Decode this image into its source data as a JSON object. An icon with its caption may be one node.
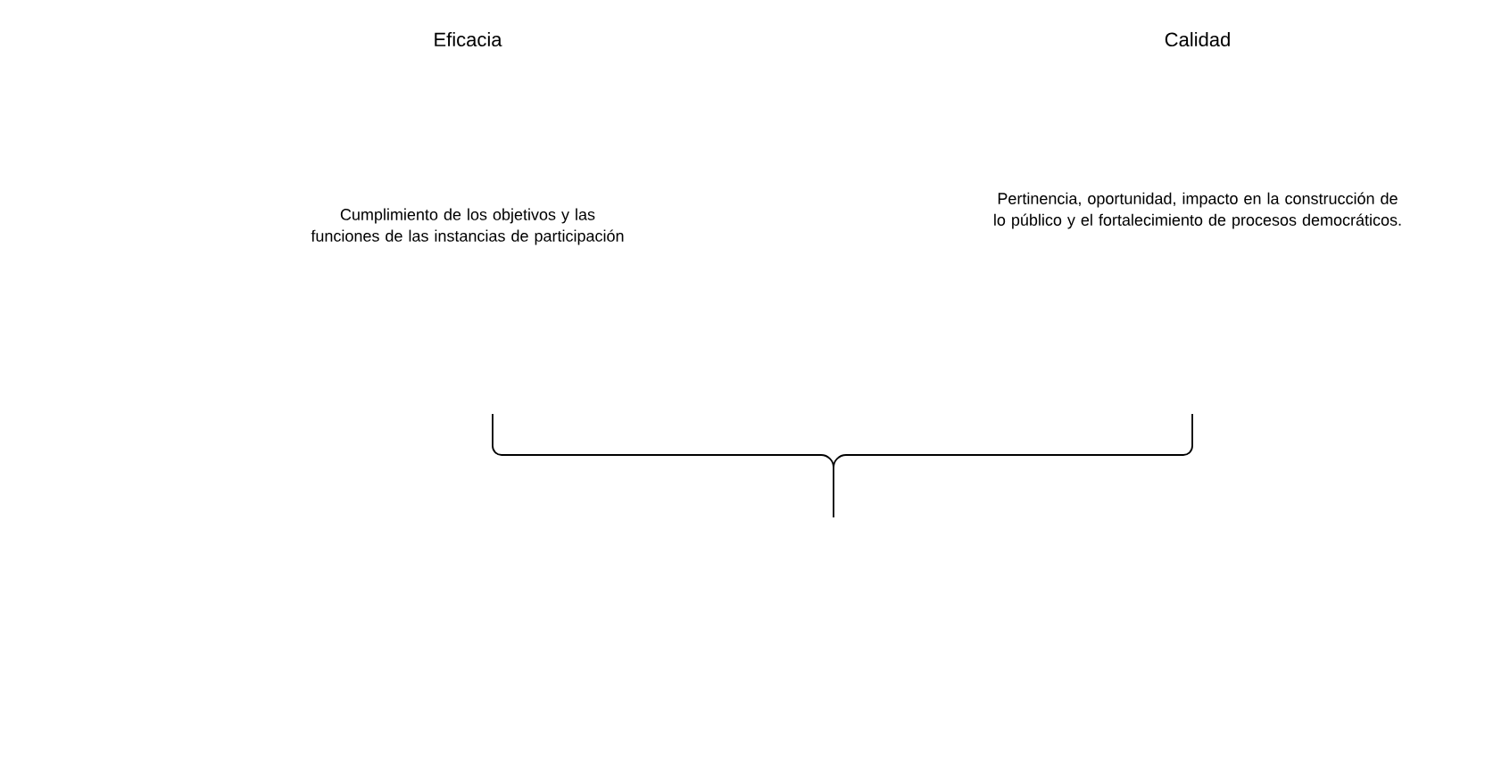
{
  "diagram": {
    "labels": [
      "Eficacia",
      "Calidad",
      "Cumplimiento de los objetivos y las funciones de las instancias de participación",
      "Pertinencia, oportunidad, impacto en la construcción de lo público y el fortalecimiento de procesos democráticos."
    ]
  }
}
